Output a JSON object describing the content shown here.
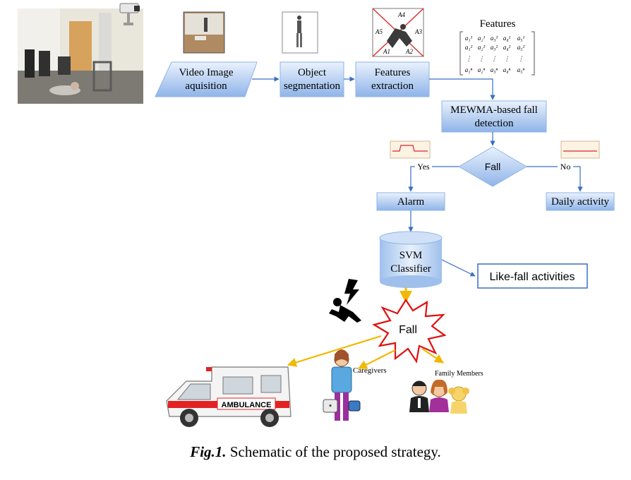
{
  "steps": {
    "video": "Video Image\naquisition",
    "segmentation": "Object\nsegmentation",
    "features_extraction": "Features\nextraction",
    "features_title": "Features",
    "mewma": "MEWMA-based fall\ndetection",
    "decision": "Fall",
    "yes": "Yes",
    "no": "No",
    "alarm": "Alarm",
    "daily": "Daily activity",
    "svm": "SVM\nClassifier",
    "likefall": "Like-fall activities",
    "fall_burst": "Fall"
  },
  "silhouette_labels": [
    "A4",
    "A5",
    "A3",
    "A1",
    "A2"
  ],
  "matrix": {
    "rows": [
      [
        "a₁¹",
        "a₂¹",
        "a₃¹",
        "a₄¹",
        "a₅¹"
      ],
      [
        "a₁²",
        "a₂²",
        "a₃²",
        "a₄²",
        "a₅²"
      ],
      [
        "⋮",
        "⋮",
        "⋮",
        "⋮",
        "⋮"
      ],
      [
        "a₁ⁿ",
        "a₂ⁿ",
        "a₃ⁿ",
        "a₄ⁿ",
        "a₅ⁿ"
      ]
    ]
  },
  "responders": {
    "ambulance": "AMBULANCE",
    "caregivers": "Caregivers",
    "family": "Family Members"
  },
  "caption": {
    "prefix": "Fig.1.",
    "text": " Schematic of the proposed strategy."
  },
  "colors": {
    "box_light": "#dbe8fa",
    "box_dark": "#8fb4e8",
    "arrow": "#3a6fc4",
    "alert_arrow": "#f2b800",
    "burst": "#e01010"
  }
}
